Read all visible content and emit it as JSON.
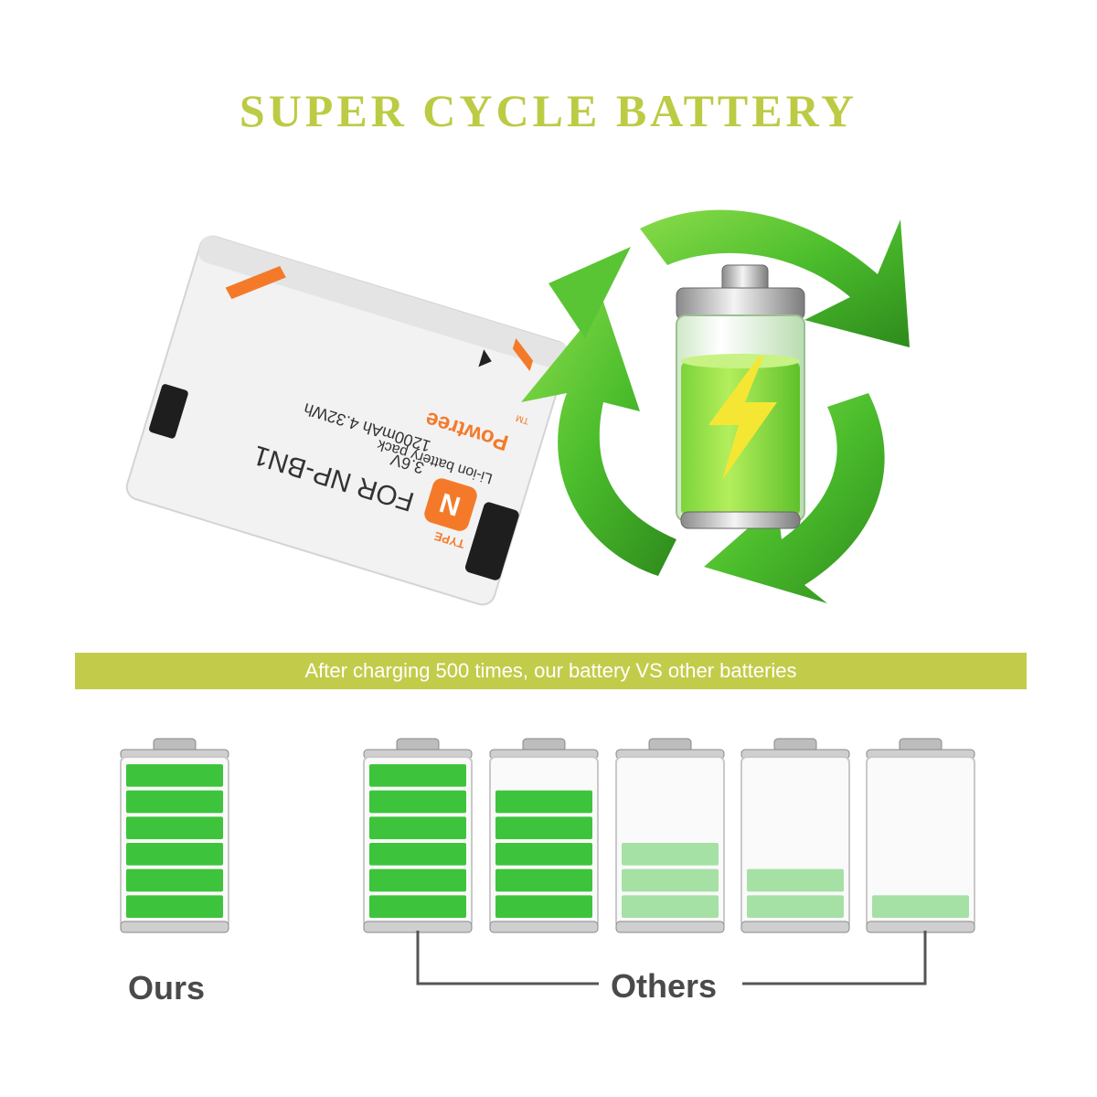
{
  "title": "SUPER CYCLE BATTERY",
  "product": {
    "brand": "Powtree",
    "trademark": "TM",
    "type_letter": "N",
    "type_word": "TYPE",
    "model": "FOR NP-BN1",
    "chemistry": "Li-ion battery pack",
    "voltage": "3.6V",
    "capacity": "1200mAh 4.32Wh"
  },
  "banner": "After charging 500 times, our battery VS other batteries",
  "comparison": {
    "ours": {
      "label": "Ours",
      "charge_level": 1.0
    },
    "others_label": "Others",
    "others": [
      {
        "charge_level": 1.0
      },
      {
        "charge_level": 0.75
      },
      {
        "charge_level": 0.5
      },
      {
        "charge_level": 0.35
      },
      {
        "charge_level": 0.2
      }
    ]
  },
  "colors": {
    "title": "#bccb44",
    "banner": "#c2cc4a",
    "battery_green": "#3ec43c",
    "accent_orange": "#f47a2a",
    "recycle_green": "#4bbd2c"
  },
  "icons": [
    "battery-pack-icon",
    "recycle-arrows-icon",
    "lightning-bolt-icon",
    "battery-level-icon"
  ]
}
